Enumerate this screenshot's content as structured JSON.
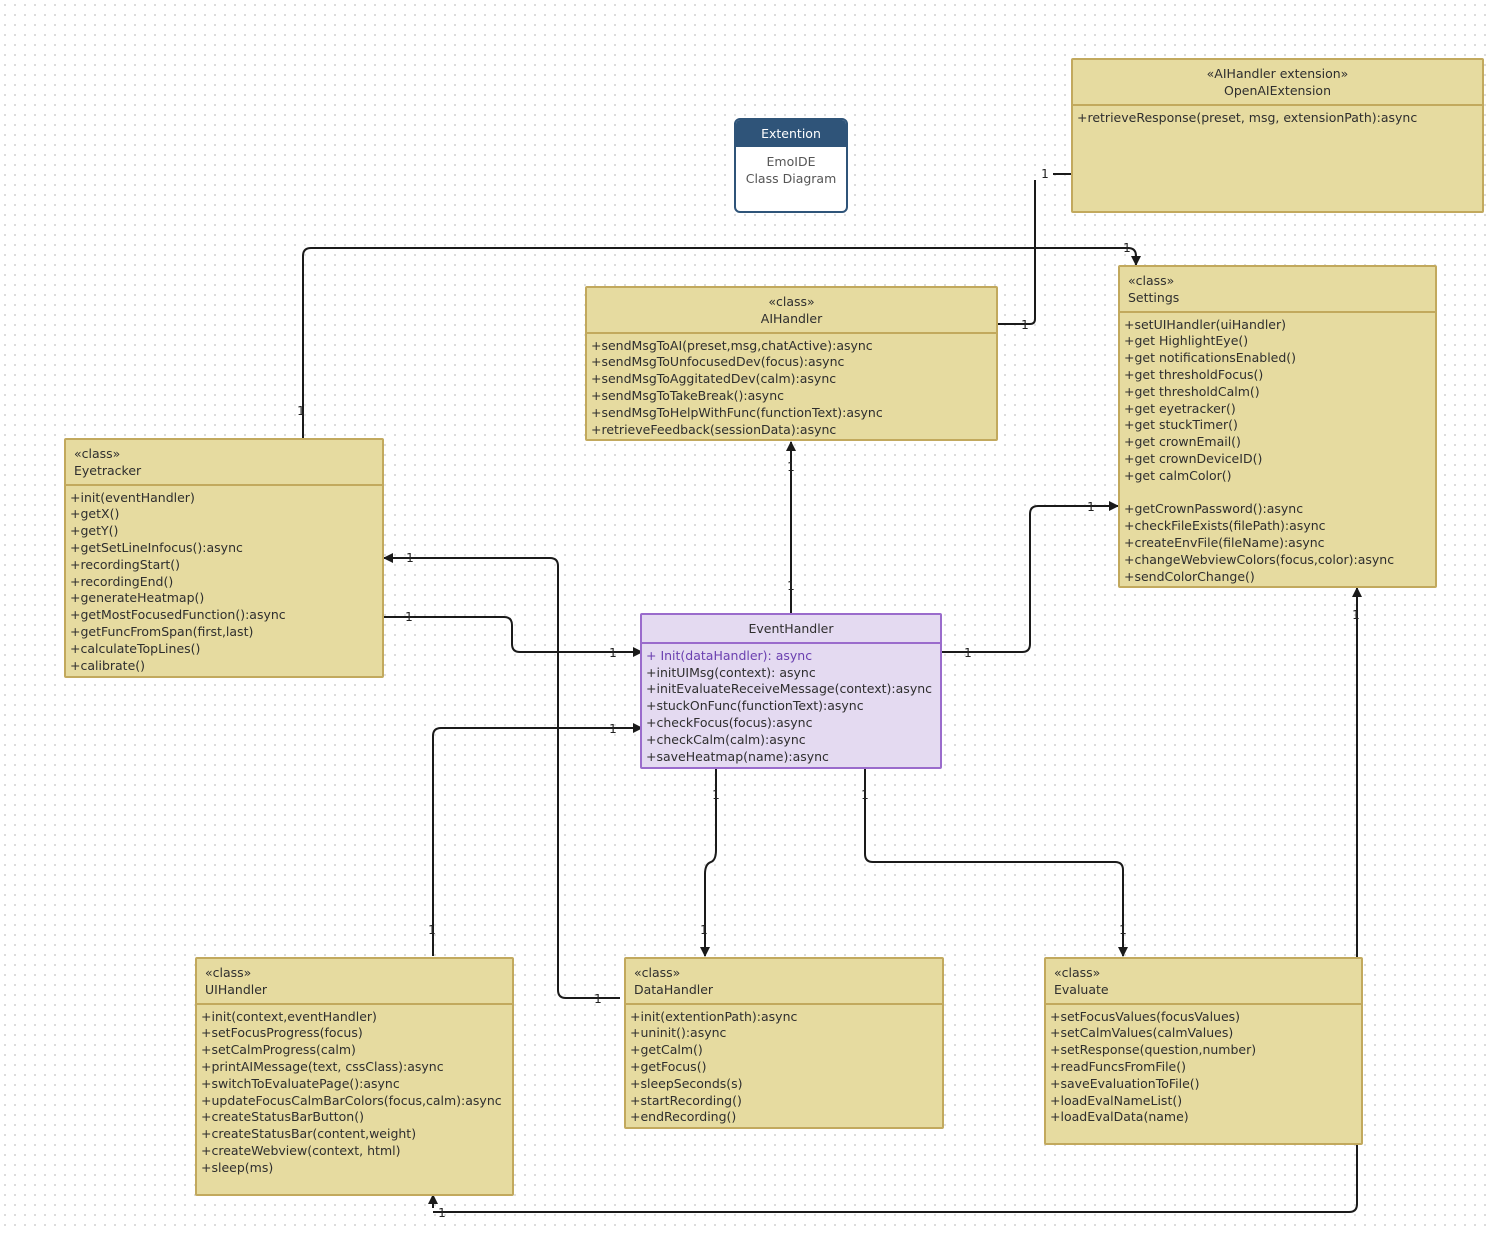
{
  "note": {
    "header": "Extention",
    "lines": [
      "EmoIDE",
      "Class Diagram"
    ]
  },
  "classes": {
    "openai": {
      "stereotype": "«AIHandler extension»",
      "name": "OpenAIExtension",
      "methods": [
        "+retrieveResponse(preset, msg, extensionPath):async"
      ]
    },
    "settings": {
      "stereotype": "«class»",
      "name": "Settings",
      "methods": [
        "+setUIHandler(uiHandler)",
        "+get HighlightEye()",
        "+get notificationsEnabled()",
        "+get thresholdFocus()",
        "+get thresholdCalm()",
        "+get eyetracker()",
        "+get stuckTimer()",
        "+get crownEmail()",
        "+get crownDeviceID()",
        "+get calmColor()",
        "",
        "+getCrownPassword():async",
        "+checkFileExists(filePath):async",
        "+createEnvFile(fileName):async",
        "+changeWebviewColors(focus,color):async",
        "+sendColorChange()"
      ]
    },
    "aihandler": {
      "stereotype": "«class»",
      "name": "AIHandler",
      "methods": [
        "+sendMsgToAI(preset,msg,chatActive):async",
        "+sendMsgToUnfocusedDev(focus):async",
        "+sendMsgToAggitatedDev(calm):async",
        "+sendMsgToTakeBreak():async",
        "+sendMsgToHelpWithFunc(functionText):async",
        "+retrieveFeedback(sessionData):async"
      ]
    },
    "eyetracker": {
      "stereotype": "«class»",
      "name": "Eyetracker",
      "methods": [
        "+init(eventHandler)",
        "+getX()",
        "+getY()",
        "+getSetLineInfocus():async",
        "+recordingStart()",
        "+recordingEnd()",
        "+generateHeatmap()",
        "+getMostFocusedFunction():async",
        "+getFuncFromSpan(first,last)",
        "+calculateTopLines()",
        "+calibrate()"
      ]
    },
    "eventhandler": {
      "name": "EventHandler",
      "methods": [
        "+ Init(dataHandler): async",
        "+initUIMsg(context): async",
        "+initEvaluateReceiveMessage(context):async",
        "+stuckOnFunc(functionText):async",
        "+checkFocus(focus):async",
        "+checkCalm(calm):async",
        "+saveHeatmap(name):async"
      ]
    },
    "uihandler": {
      "stereotype": "«class»",
      "name": "UIHandler",
      "methods": [
        "+init(context,eventHandler)",
        "+setFocusProgress(focus)",
        "+setCalmProgress(calm)",
        "+printAIMessage(text, cssClass):async",
        "+switchToEvaluatePage():async",
        "+updateFocusCalmBarColors(focus,calm):async",
        "+createStatusBarButton()",
        "+createStatusBar(content,weight)",
        "+createWebview(context, html)",
        "+sleep(ms)"
      ]
    },
    "datahandler": {
      "stereotype": "«class»",
      "name": "DataHandler",
      "methods": [
        "+init(extentionPath):async",
        "+uninit():async",
        "+getCalm()",
        "+getFocus()",
        "+sleepSeconds(s)",
        "+startRecording()",
        "+endRecording()"
      ]
    },
    "evaluate": {
      "stereotype": "«class»",
      "name": "Evaluate",
      "methods": [
        "+setFocusValues(focusValues)",
        "+setCalmValues(calmValues)",
        "+setResponse(question,number)",
        "+readFuncsFromFile()",
        "+saveEvaluationToFile()",
        "+loadEvalNameList()",
        "+loadEvalData(name)"
      ]
    }
  },
  "multiplicity": "1",
  "colors": {
    "class_fill": "#e6dba0",
    "class_border": "#c2a95d",
    "event_fill": "#e4daf1",
    "event_border": "#9a6bcc",
    "note_header": "#2f5479",
    "line": "#1a1a1a"
  }
}
